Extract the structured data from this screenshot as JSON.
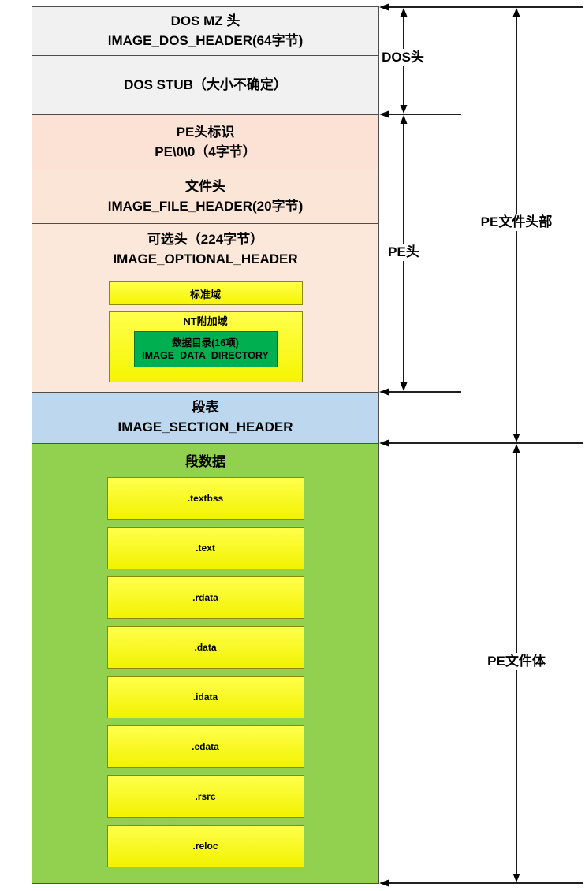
{
  "diagram": {
    "blocks": {
      "dos_mz": {
        "line1": "DOS MZ 头",
        "line2": "IMAGE_DOS_HEADER(64字节)"
      },
      "dos_stub": {
        "line1": "DOS STUB（大小不确定）"
      },
      "pe_sig": {
        "line1": "PE头标识",
        "line2": "PE\\0\\0（4字节）"
      },
      "file_header": {
        "line1": "文件头",
        "line2": "IMAGE_FILE_HEADER(20字节)"
      },
      "optional_header": {
        "line1": "可选头（224字节）",
        "line2": "IMAGE_OPTIONAL_HEADER"
      },
      "standard_fields": {
        "label": "标准域"
      },
      "nt_fields": {
        "label": "NT附加域"
      },
      "data_directory": {
        "line1": "数据目录(16项)",
        "line2": "IMAGE_DATA_DIRECTORY"
      },
      "section_table": {
        "line1": "段表",
        "line2": "IMAGE_SECTION_HEADER"
      },
      "section_data": {
        "label": "段数据"
      }
    },
    "sections": [
      ".textbss",
      ".text",
      ".rdata",
      ".data",
      ".idata",
      ".edata",
      ".rsrc",
      ".reloc"
    ],
    "annotations": {
      "dos_header": "DOS头",
      "pe_header": "PE头",
      "pe_file_header": "PE文件头部",
      "pe_file_body": "PE文件体"
    },
    "colors": {
      "gray_block": "#f1f1f2",
      "peach_block": "#fbe5d6",
      "blue_block": "#bdd7ee",
      "green_block": "#92d050",
      "yellow_block": "#ffff00",
      "dark_green_block": "#00b050",
      "line": "#000000"
    }
  }
}
